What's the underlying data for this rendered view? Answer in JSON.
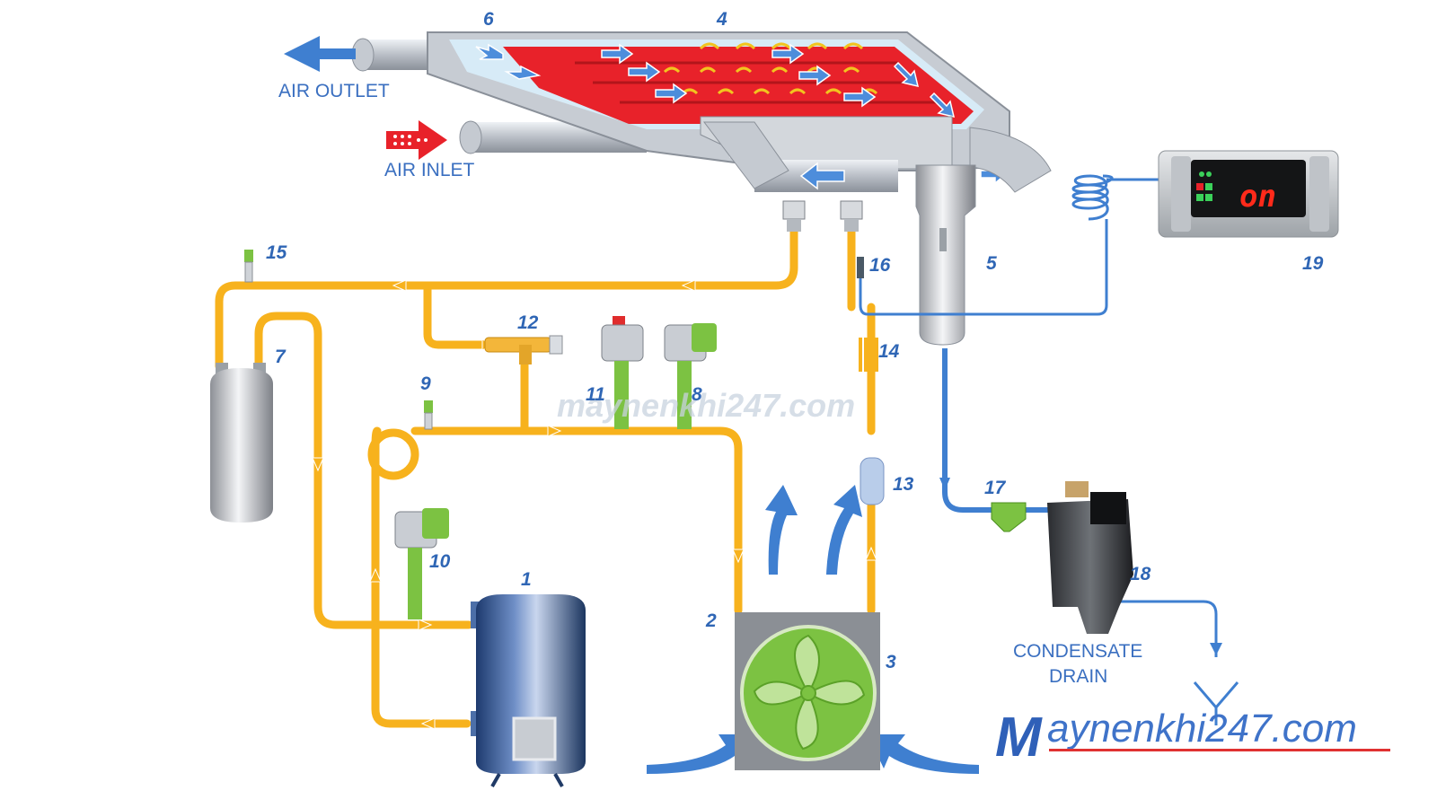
{
  "labels": {
    "air_outlet": "AIR OUTLET",
    "air_inlet": "AIR INLET",
    "condensate_line1": "CONDENSATE",
    "condensate_line2": "DRAIN"
  },
  "components": {
    "n1": "1",
    "n2": "2",
    "n3": "3",
    "n4": "4",
    "n5": "5",
    "n6": "6",
    "n7": "7",
    "n8": "8",
    "n9": "9",
    "n10": "10",
    "n11": "11",
    "n12": "12",
    "n13": "13",
    "n14": "14",
    "n15": "15",
    "n16": "16",
    "n17": "17",
    "n18": "18",
    "n19": "19"
  },
  "controller": {
    "display": "on"
  },
  "watermark": "maynenkhi247.com",
  "brand": {
    "initial": "M",
    "rest": "aynenkhi247.com"
  },
  "colors": {
    "pipe": "#f7b21d",
    "air_blue": "#3f7fd0",
    "label_blue": "#2f66b5",
    "hot_red": "#e8222a",
    "valve_green": "#7cc242",
    "brand_underline": "#e03131"
  }
}
